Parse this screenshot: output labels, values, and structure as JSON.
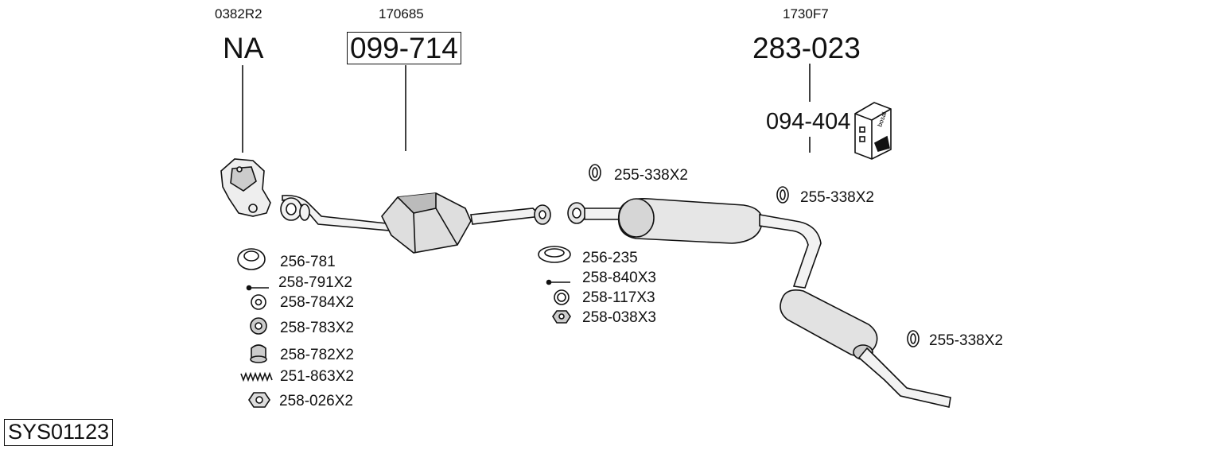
{
  "refs": {
    "left": "0382R2",
    "middle": "170685",
    "right": "1730F7"
  },
  "assemblies": {
    "front_pipe": "NA",
    "catalyst": "099-714",
    "rear_system": "283-023",
    "kit": "094-404"
  },
  "parts_left": [
    "256-781",
    "258-791X2",
    "258-784X2",
    "258-783X2",
    "258-782X2",
    "251-863X2",
    "258-026X2"
  ],
  "parts_middle": [
    "256-235",
    "258-840X3",
    "258-117X3",
    "258-038X3"
  ],
  "hangers": {
    "top": "255-338X2",
    "center": "255-338X2",
    "rear": "255-338X2"
  },
  "kit_box_brand": "bosal",
  "system_code": "SYS01123"
}
